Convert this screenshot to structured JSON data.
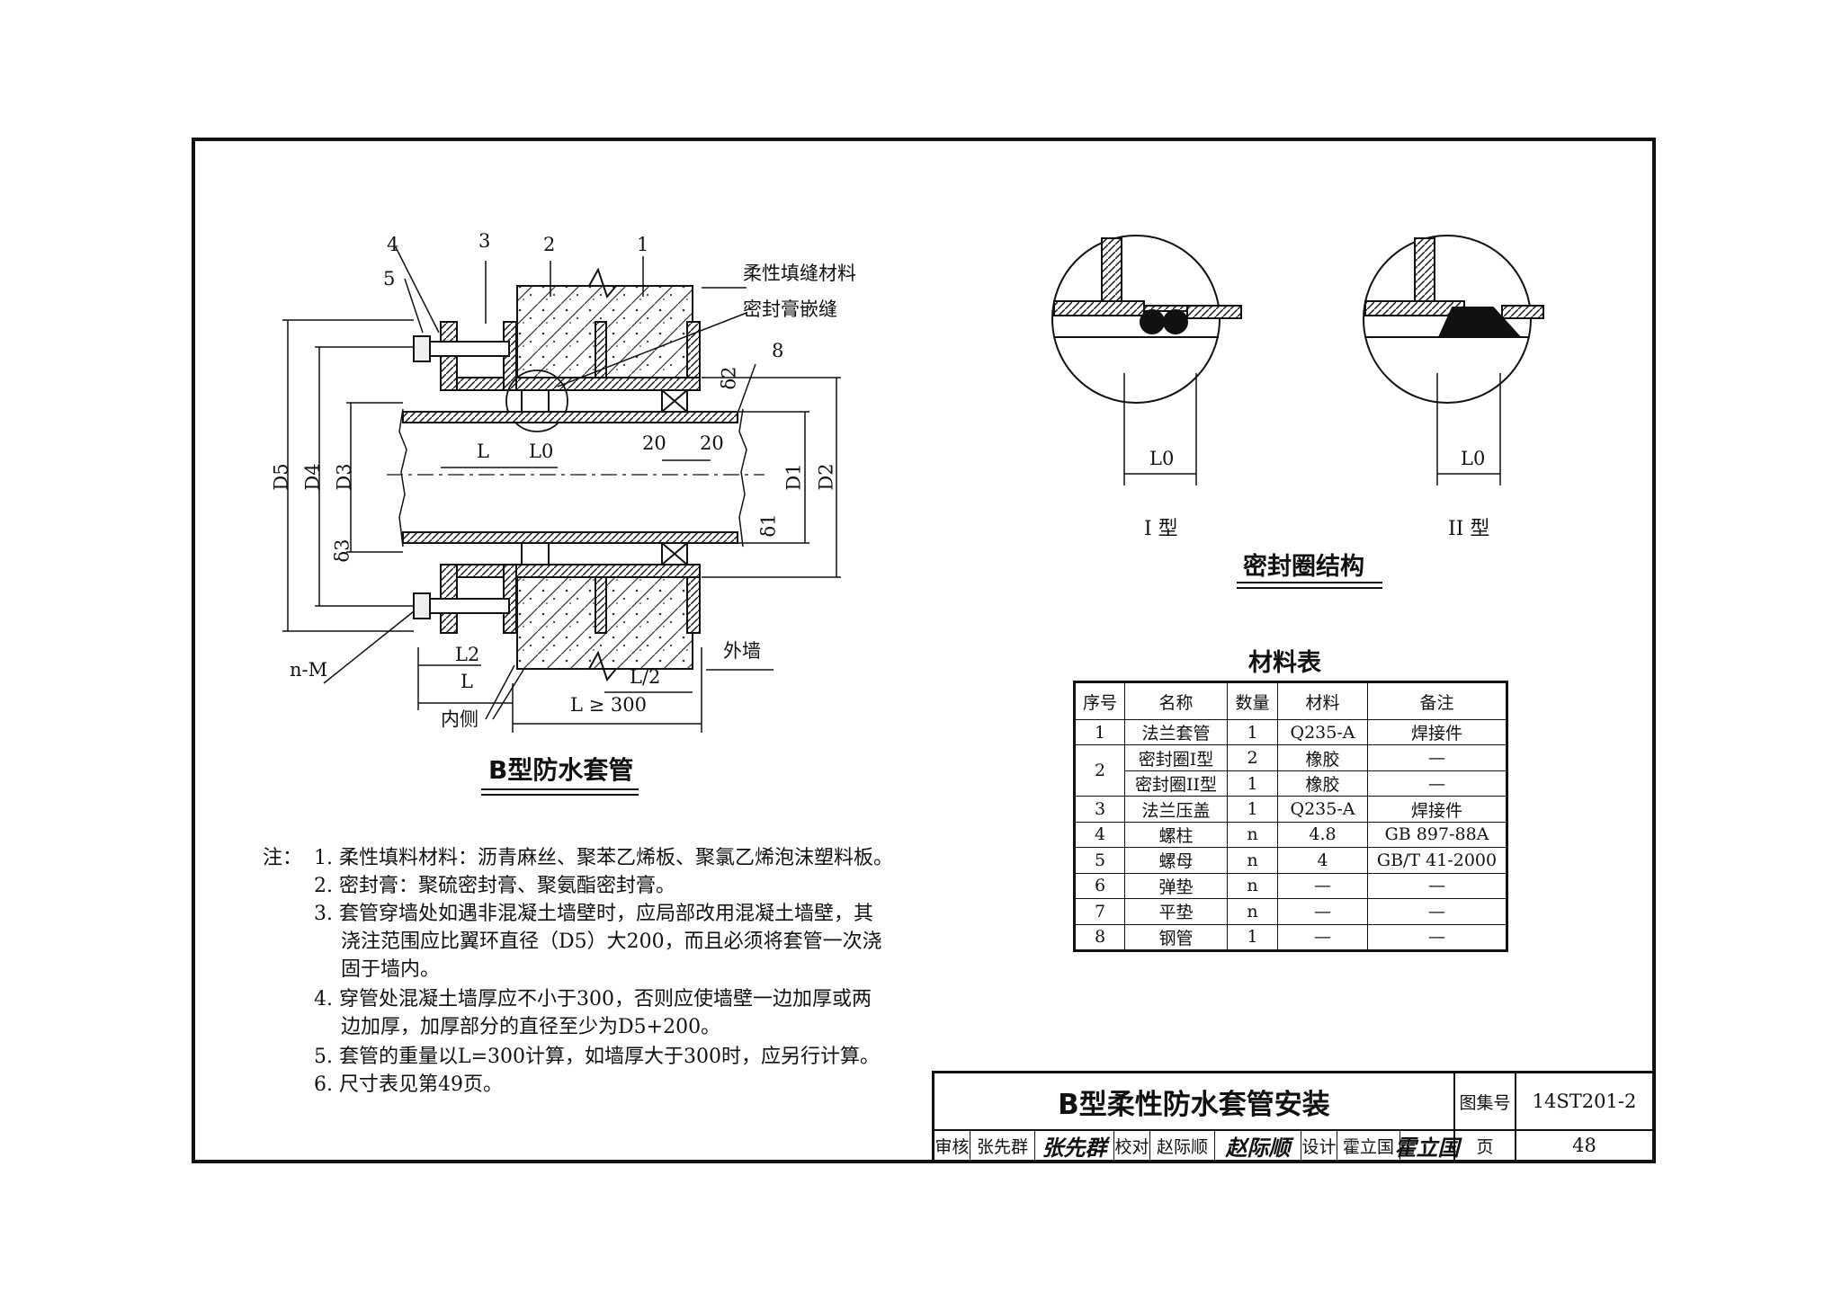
{
  "main_title": "B型防水套管",
  "detail_title": "密封圈结构",
  "detail_types": [
    "I 型",
    "II 型"
  ],
  "detail_dim": "L0",
  "callouts": {
    "filler": "柔性填缝材料",
    "sealant": "密封膏嵌缝",
    "outer_wall": "外墙",
    "inner_side": "内侧",
    "bolts": "n-M"
  },
  "item_numbers": [
    "1",
    "2",
    "3",
    "4",
    "5",
    "8"
  ],
  "dims": {
    "L": "L",
    "L0": "L0",
    "L2": "L2",
    "L_half": "L/2",
    "L_min": "L ≥ 300",
    "gap": "20",
    "D1": "D1",
    "D2": "D2",
    "D3": "D3",
    "D4": "D4",
    "D5": "D5",
    "delta1": "δ1",
    "delta2": "δ2",
    "delta3": "δ3"
  },
  "materials": {
    "title": "材料表",
    "headers": [
      "序号",
      "名称",
      "数量",
      "材料",
      "备注"
    ],
    "rows": [
      [
        "1",
        "法兰套管",
        "1",
        "Q235-A",
        "焊接件"
      ],
      [
        "2",
        "密封圈I型",
        "2",
        "橡胶",
        "—"
      ],
      [
        "",
        "密封圈II型",
        "1",
        "橡胶",
        "—"
      ],
      [
        "3",
        "法兰压盖",
        "1",
        "Q235-A",
        "焊接件"
      ],
      [
        "4",
        "螺柱",
        "n",
        "4.8",
        "GB 897-88A"
      ],
      [
        "5",
        "螺母",
        "n",
        "4",
        "GB/T 41-2000"
      ],
      [
        "6",
        "弹垫",
        "n",
        "—",
        "—"
      ],
      [
        "7",
        "平垫",
        "n",
        "—",
        "—"
      ],
      [
        "8",
        "钢管",
        "1",
        "—",
        "—"
      ]
    ]
  },
  "notes": {
    "label": "注：",
    "lines": [
      "1. 柔性填料材料：沥青麻丝、聚苯乙烯板、聚氯乙烯泡沫塑料板。",
      "2. 密封膏：聚硫密封膏、聚氨酯密封膏。",
      "3. 套管穿墙处如遇非混凝土墙壁时，应局部改用混凝土墙壁，其",
      "浇注范围应比翼环直径（D5）大200，而且必须将套管一次浇",
      "固于墙内。",
      "4. 穿管处混凝土墙厚应不小于300，否则应使墙壁一边加厚或两",
      "边加厚，加厚部分的直径至少为D5+200。",
      "5. 套管的重量以L=300计算，如墙厚大于300时，应另行计算。",
      "6. 尺寸表见第49页。"
    ]
  },
  "title_block": {
    "drawing_title": "B型柔性防水套管安装",
    "atlas_label": "图集号",
    "atlas_no": "14ST201-2",
    "page_label": "页",
    "page_no": "48",
    "review_label": "审核",
    "reviewer": "张先群",
    "check_label": "校对",
    "checker": "赵际顺",
    "design_label": "设计",
    "designer": "霍立国"
  }
}
